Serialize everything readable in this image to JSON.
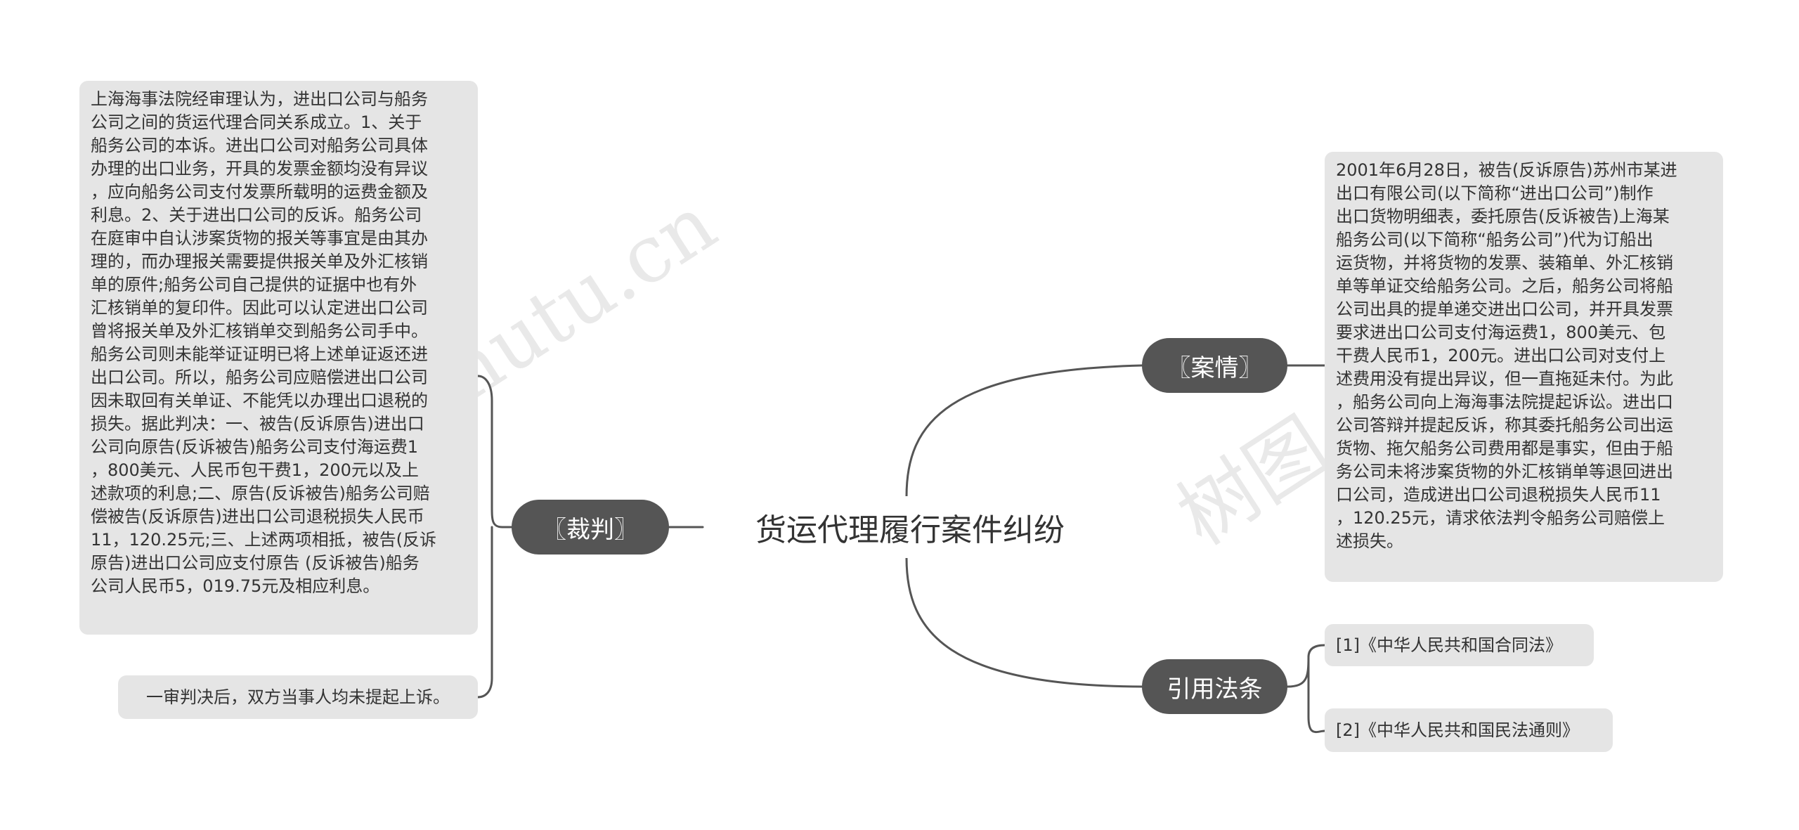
{
  "root": {
    "title": "货运代理履行案件纠纷"
  },
  "branches": {
    "case_facts": {
      "label": "〖案情〗",
      "text": "2001年6月28日，被告(反诉原告)苏州市某进\n出口有限公司(以下简称“进出口公司”)制作\n出口货物明细表，委托原告(反诉被告)上海某\n船务公司(以下简称“船务公司”)代为订船出\n运货物，并将货物的发票、装箱单、外汇核销\n单等单证交给船务公司。之后，船务公司将船\n公司出具的提单递交进出口公司，并开具发票\n要求进出口公司支付海运费1，800美元、包\n干费人民币1，200元。进出口公司对支付上\n述费用没有提出异议，但一直拖延未付。为此\n，船务公司向上海海事法院提起诉讼。进出口\n公司答辩并提起反诉，称其委托船务公司出运\n货物、拖欠船务公司费用都是事实，但由于船\n务公司未将涉案货物的外汇核销单等退回进出\n口公司，造成进出口公司退税损失人民币11\n，120.25元，请求依法判令船务公司赔偿上\n述损失。"
    },
    "laws": {
      "label": "引用法条",
      "items": [
        "[1]《中华人民共和国合同法》",
        "[2]《中华人民共和国民法通则》"
      ]
    },
    "judgment": {
      "label": "〖裁判〗",
      "text": "上海海事法院经审理认为，进出口公司与船务\n公司之间的货运代理合同关系成立。1、关于\n船务公司的本诉。进出口公司对船务公司具体\n办理的出口业务，开具的发票金额均没有异议\n，应向船务公司支付发票所载明的运费金额及\n利息。2、关于进出口公司的反诉。船务公司\n在庭审中自认涉案货物的报关等事宜是由其办\n理的，而办理报关需要提供报关单及外汇核销\n单的原件;船务公司自己提供的证据中也有外\n汇核销单的复印件。因此可以认定进出口公司\n曾将报关单及外汇核销单交到船务公司手中。\n船务公司则未能举证证明已将上述单证返还进\n出口公司。所以，船务公司应赔偿进出口公司\n因未取回有关单证、不能凭以办理出口退税的\n损失。据此判决：一、被告(反诉原告)进出口\n公司向原告(反诉被告)船务公司支付海运费1\n，800美元、人民币包干费1，200元以及上\n述款项的利息;二、原告(反诉被告)船务公司赔\n偿被告(反诉原告)进出口公司退税损失人民币\n11，120.25元;三、上述两项相抵，被告(反诉\n原告)进出口公司应支付原告 (反诉被告)船务\n公司人民币5，019.75元及相应利息。",
      "note": "一审判决后，双方当事人均未提起上诉。"
    }
  },
  "watermarks": [
    "shutu.cn",
    "树图 shutu.cn"
  ],
  "colors": {
    "branch_fill": "#555555",
    "leaf_fill": "#e5e5e5",
    "connector": "#555555",
    "text": "#333333"
  }
}
